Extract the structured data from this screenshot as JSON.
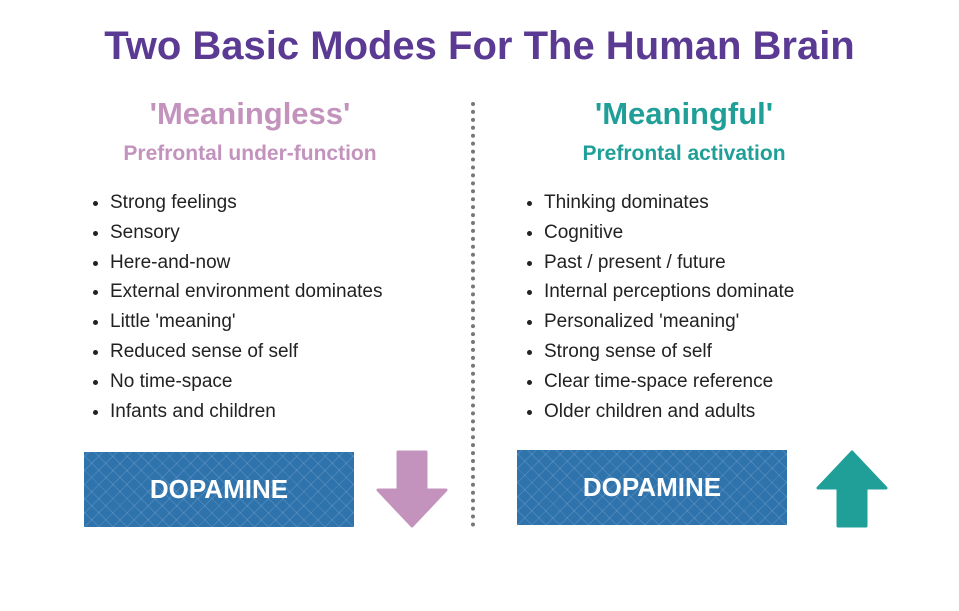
{
  "title": "Two Basic Modes For The Human Brain",
  "left": {
    "heading": "'Meaningless'",
    "subheading": "Prefrontal under-function",
    "items": [
      "Strong feelings",
      "Sensory",
      "Here-and-now",
      "External environment dominates",
      "Little 'meaning'",
      "Reduced sense of self",
      "No time-space",
      "Infants and children"
    ],
    "box": "DOPAMINE",
    "arrow": "down-arrow",
    "color": "#c393bd"
  },
  "right": {
    "heading": "'Meaningful'",
    "subheading": "Prefrontal activation",
    "items": [
      "Thinking dominates",
      "Cognitive",
      "Past / present / future",
      "Internal perceptions dominate",
      "Personalized 'meaning'",
      "Strong sense of self",
      "Clear time-space reference",
      "Older children and adults"
    ],
    "box": "DOPAMINE",
    "arrow": "up-arrow",
    "color": "#1f9f97"
  }
}
